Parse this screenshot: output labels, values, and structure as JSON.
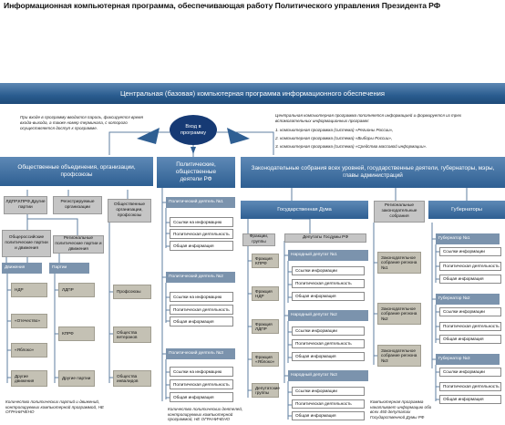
{
  "title": "Информационная компьютерная программа, обеспечивающая работу Политического управления Президента РФ",
  "banner": "Центральная (базовая) компьютерная программа информационного обеспечения",
  "entry": "Вход в программу",
  "note_left": "При входе в программу вводится пароль, фиксируется время входа-выхода, а также номер терминала, с которого осуществляется доступ к программе.",
  "note_right": {
    "intro": "Центральная компьютерная программа пополняется информацией и формируется из трех вспомогательных информационных программ:",
    "items": [
      "1. компьютерная программа (система) «Регионы России»,",
      "2. компьютерная программа (система) «Выборы России»,",
      "3. компьютерная программа (система) «Средства массовой информации»."
    ]
  },
  "col1": {
    "header": "Общественные объединения, организации, профсоюзы",
    "parties": [
      "ЛДПР",
      "КПРФ",
      "Другие партии"
    ],
    "registered": "Регистрируемые организации",
    "social": "Общественные организации, профсоюзы",
    "all_russian": "Общероссийские политические партии и движения",
    "regional": "Региональные политические партии и движения",
    "movements_head": "Движения",
    "parties_head": "Партии",
    "movements": [
      "НДР",
      "«Отечество»",
      "«Яблоко»",
      "Другие движения"
    ],
    "orgs": [
      "Профсоюзы",
      "Общества ветеранов",
      "Общества инвалидов"
    ],
    "footnote": "Количество политических партий и движений, контролируемых компьютерной программой, НЕ ОГРАНИЧЕНО"
  },
  "col2": {
    "header": "Политические, общественные деятели РФ",
    "dossiers": [
      {
        "title": "Политический деятель №1",
        "items": [
          "Ссылки на информацию",
          "Политическая деятельность",
          "Общая информация"
        ]
      },
      {
        "title": "Политический деятель №2",
        "items": [
          "Ссылки на информацию",
          "Политическая деятельность",
          "Общая информация"
        ]
      },
      {
        "title": "Политический деятель №3",
        "items": [
          "Ссылки на информацию",
          "Политическая деятельность",
          "Общая информация"
        ]
      }
    ],
    "footnote": "Количество политических деятелей, контролируемых компьютерной программой, НЕ ОГРАНИЧЕНО"
  },
  "col3": {
    "header": "Законодательные собрания всех уровней, государственные деятели, губернаторы, мэры, главы администраций",
    "duma": "Государственная Дума",
    "factions_head": "Фракции, группы",
    "factions": [
      "Фракция КПРФ",
      "Фракция НДР",
      "Фракция ЛДПР",
      "Фракция «Яблоко»",
      "Депутатские группы"
    ],
    "deputies_head": "Депутаты Госдумы РФ",
    "deputies": [
      {
        "title": "Народный депутат №1",
        "items": [
          "Ссылки информации",
          "Политическая деятельность",
          "Общая информация"
        ]
      },
      {
        "title": "Народный депутат №2",
        "items": [
          "Ссылки информации",
          "Политическая деятельность",
          "Общая информация"
        ]
      },
      {
        "title": "Народный депутат №3",
        "items": [
          "Ссылки информации",
          "Политическая деятельность",
          "Общая информация"
        ]
      }
    ],
    "regional_assemblies": "Региональные законодательные собрания",
    "assemblies": [
      "Законодательное собрание региона №1",
      "Законодательное собрание региона №2",
      "Законодательное собрание региона №3"
    ],
    "governors_head": "Губернаторы",
    "governors": [
      {
        "title": "Губернатор №1",
        "items": [
          "Ссылки информации",
          "Политическая деятельность",
          "Общая информация"
        ]
      },
      {
        "title": "Губернатор №2",
        "items": [
          "Ссылки информации",
          "Политическая деятельность",
          "Общая информация"
        ]
      },
      {
        "title": "Губернатор №3",
        "items": [
          "Ссылки информации",
          "Политическая деятельность",
          "Общая информация"
        ]
      }
    ],
    "footnote": "Компьютерная программа накапливает информацию обо всех 450 депутатах Государственной Думы РФ"
  }
}
